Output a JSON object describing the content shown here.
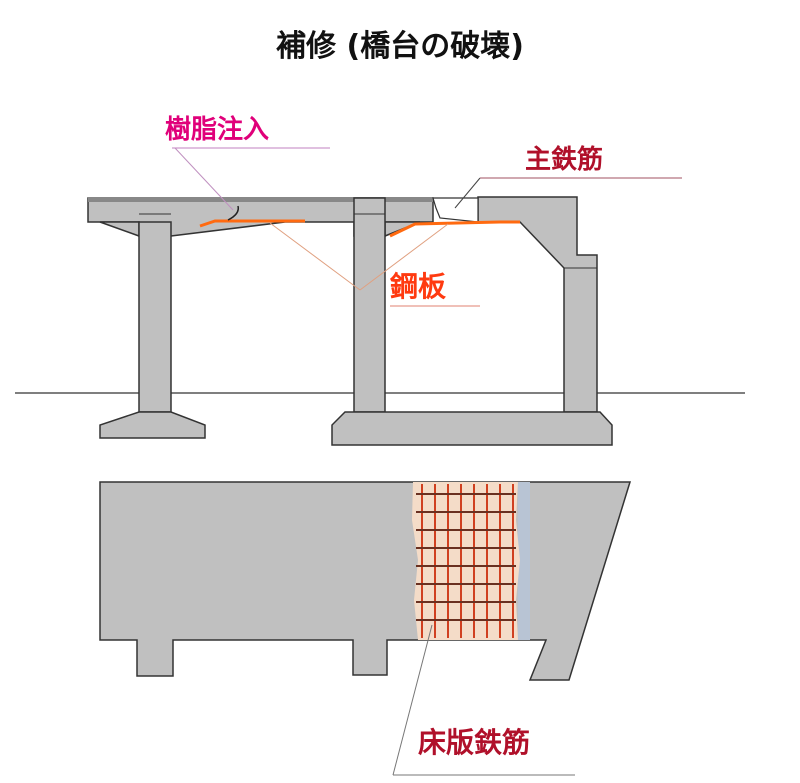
{
  "title": "補修 (橋台の破壊)",
  "labels": {
    "resin_injection": "樹脂注入",
    "main_rebar": "主鉄筋",
    "steel_plate": "鋼板",
    "deck_rebar": "床版鉄筋"
  },
  "colors": {
    "concrete": "#c0c0c0",
    "resin": "#e0007a",
    "main_rebar": "#b0102a",
    "steel_plate": "#ff4010",
    "deck_rebar": "#b0102a",
    "mesh": "#d04020"
  }
}
